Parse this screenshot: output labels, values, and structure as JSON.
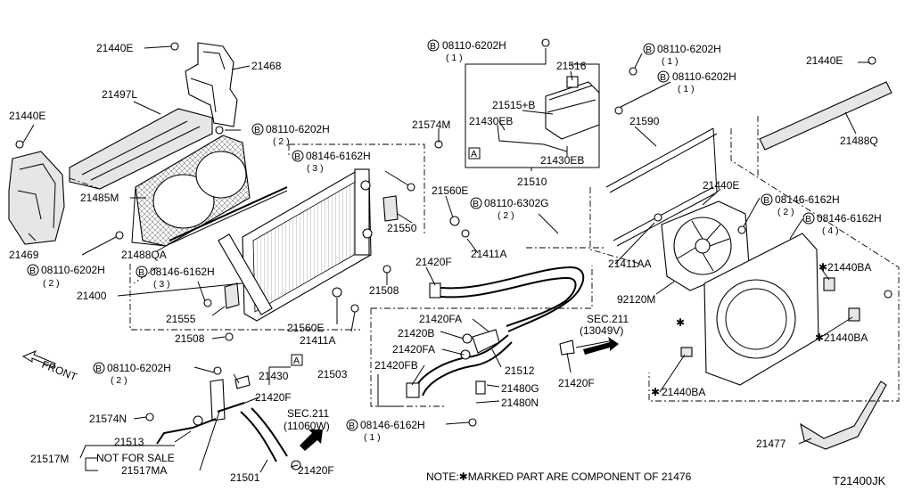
{
  "diagram_id": "T21400JK",
  "note": "NOTE:✱MARKED PART ARE COMPONENT OF   21476",
  "front_label": "FRONT",
  "star": "✱",
  "bolt_symbol": "B",
  "box_a": "A",
  "labels": {
    "p21440E_top": "21440E",
    "p21468": "21468",
    "p21497L": "21497L",
    "p21440E_left": "21440E",
    "bolt_08110_mid": "08110-6202H",
    "qty_mid": "( 2 )",
    "p21485M": "21485M",
    "p21488QA": "21488QA",
    "p21469": "21469",
    "bolt_08110_left": "08110-6202H",
    "qty_left": "( 2 )",
    "p21400": "21400",
    "bolt_08146_rad": "08146-6162H",
    "qty_rad": "( 3 )",
    "bolt_08146_lower": "08146-6162H",
    "qty_lower": "( 3 )",
    "p21555": "21555",
    "p21508_left": "21508",
    "p21574M": "21574M",
    "p21560E_top": "21560E",
    "p21550": "21550",
    "p21411A_top": "21411A",
    "p21508_mid": "21508",
    "p21560E_low": "21560E",
    "p21411A_low": "21411A",
    "p21420F_mid": "21420F",
    "bolt_08110_tank_top": "08110-6202H",
    "qty_tank_top": "( 1 )",
    "p21516": "21516",
    "p21515B": "21515+B",
    "p21430EB_left": "21430EB",
    "p21430EB_right": "21430EB",
    "p21510": "21510",
    "bolt_08110_tank_r1": "08110-6202H",
    "qty_tank_r1": "( 1 )",
    "bolt_08110_tank_r2": "08110-6202H",
    "qty_tank_r2": "( 1 )",
    "p21590": "21590",
    "bolt_08110_6302G": "08110-6302G",
    "qty_6302G": "( 2 )",
    "p21440E_right": "21440E",
    "p21488Q": "21488Q",
    "p21440E_fan": "21440E",
    "bolt_08146_fan": "08146-6162H",
    "qty_fan": "( 2 )",
    "bolt_08146_shroud": "08146-6162H",
    "qty_shroud": "( 4 )",
    "p21411AA": "21411AA",
    "p92120M": "92120M",
    "p21440BA_1": "21440BA",
    "p21440BA_2": "21440BA",
    "p21440BA_3": "21440BA",
    "p21477": "21477",
    "p21420FA_1": "21420FA",
    "p21420B": "21420B",
    "p21420FA_2": "21420FA",
    "p21420FB": "21420FB",
    "p21503": "21503",
    "p21512": "21512",
    "p21480G": "21480G",
    "p21480N": "21480N",
    "p21420F_right": "21420F",
    "sec211_right": "SEC.211",
    "sec211_right_num": "(13049V)",
    "bolt_08146_bottom": "08146-6162H",
    "qty_bottom": "( 1 )",
    "bolt_08110_bl": "08110-6202H",
    "qty_bl": "( 2 )",
    "p21430": "21430",
    "p21420F_bl": "21420F",
    "p21574N": "21574N",
    "p21513": "21513",
    "p21517M": "21517M",
    "not_for_sale": "NOT FOR SALE",
    "p21517MA": "21517MA",
    "p21501": "21501",
    "p21420F_bottom": "21420F",
    "sec211_bottom": "SEC.211",
    "sec211_bottom_num": "(11060W)"
  }
}
